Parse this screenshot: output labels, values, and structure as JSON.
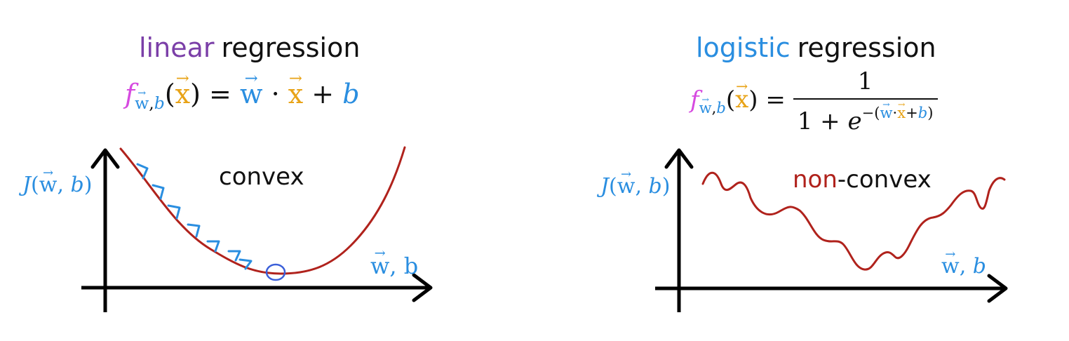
{
  "left": {
    "title_kw": "linear",
    "title_rest": "regression",
    "formula": {
      "f": "f",
      "sub_w": "w",
      "sub_comma": ",",
      "sub_b": "b",
      "paren_open": "(",
      "x": "x",
      "paren_close": ")",
      "eq": "=",
      "w": "w",
      "dot": "·",
      "x2": "x",
      "plus": "+",
      "b": "b"
    },
    "y_label": {
      "J": "J",
      "open": "(",
      "w": "w",
      "sep": ", ",
      "b": "b",
      "close": ")"
    },
    "x_label": {
      "w": "w",
      "sep": ", ",
      "b": "b"
    },
    "curve_label": "convex"
  },
  "right": {
    "title_kw": "logistic",
    "title_rest": "regression",
    "formula": {
      "f": "f",
      "sub_w": "w",
      "sub_comma": ",",
      "sub_b": "b",
      "paren_open": "(",
      "x": "x",
      "paren_close": ")",
      "eq": "=",
      "numerator": "1",
      "den_prefix": "1 + ",
      "e": "e",
      "exp_open": "−(",
      "exp_w": "w",
      "exp_dot": "·",
      "exp_x": "x",
      "exp_plus": "+",
      "exp_b": "b",
      "exp_close": ")"
    },
    "y_label": {
      "J": "J",
      "open": "(",
      "w": "w",
      "sep": ", ",
      "b": "b",
      "close": ")"
    },
    "x_label": {
      "w": "w",
      "sep": ", ",
      "b": "b"
    },
    "curve_label_non": "non",
    "curve_label_rest": "-convex"
  },
  "colors": {
    "purple": "#7b3fa8",
    "blue": "#2a8ee0",
    "orange": "#e8a317",
    "magenta": "#d64ae0",
    "curve": "#b0221c",
    "axis": "#000000"
  }
}
